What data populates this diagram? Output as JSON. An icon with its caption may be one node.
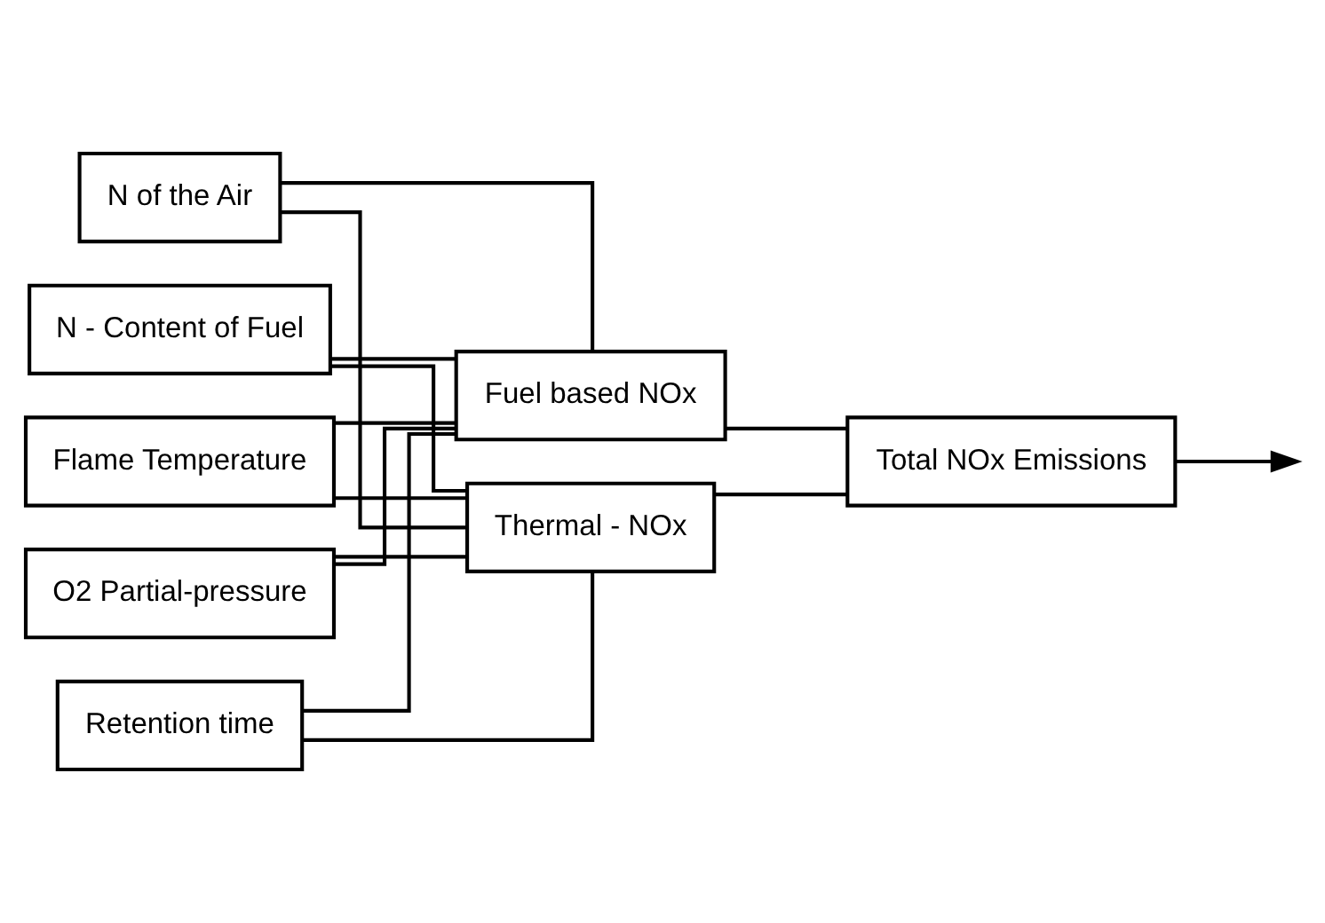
{
  "diagram": {
    "nodes": [
      {
        "text": [
          "N - Content of Fuel"
        ]
      },
      {
        "text": [
          "Flame Temperature"
        ]
      },
      {
        "text": [
          "O2 Partial-pressure"
        ]
      },
      {
        "text": [
          "Retention time"
        ]
      },
      {
        "text": [
          "N of the Air"
        ]
      },
      {
        "text": [
          "Fuel based NOx"
        ]
      },
      {
        "text": [
          "Thermal - NOx"
        ]
      },
      {
        "text": [
          "Total NOx Emissions"
        ]
      }
    ],
    "edges": [
      {
        "from": 0,
        "to": 5,
        "arrow": "none"
      },
      {
        "from": 1,
        "to": 5,
        "arrow": "none"
      },
      {
        "from": 2,
        "to": 5,
        "arrow": "none"
      },
      {
        "from": 3,
        "to": 5,
        "arrow": "none"
      },
      {
        "from": 4,
        "to": 5,
        "arrow": "none"
      },
      {
        "from": 0,
        "to": 6,
        "arrow": "none"
      },
      {
        "from": 1,
        "to": 6,
        "arrow": "none"
      },
      {
        "from": 2,
        "to": 6,
        "arrow": "none"
      },
      {
        "from": 3,
        "to": 6,
        "arrow": "none"
      },
      {
        "from": 4,
        "to": 6,
        "arrow": "none"
      },
      {
        "from": 5,
        "to": 7,
        "arrow": "none"
      },
      {
        "from": 6,
        "to": 7,
        "arrow": "none"
      },
      {
        "from": 7,
        "to": null,
        "arrow": "to"
      }
    ]
  }
}
